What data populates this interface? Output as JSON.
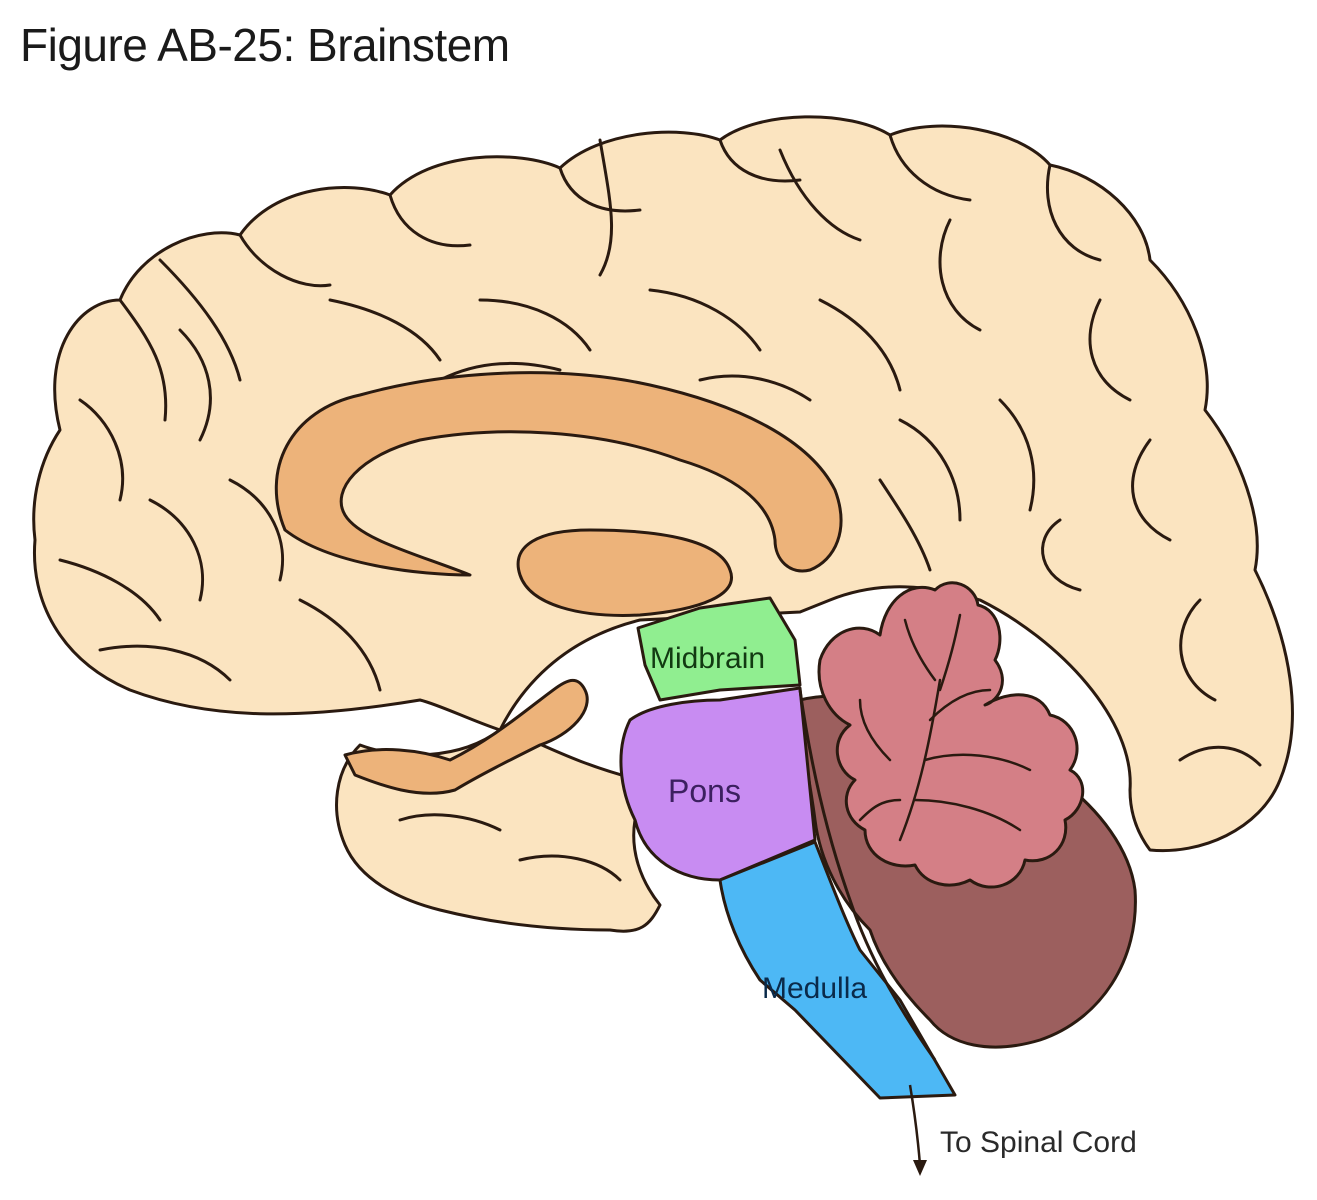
{
  "title": "Figure AB-25: Brainstem",
  "labels": {
    "midbrain": "Midbrain",
    "pons": "Pons",
    "medulla": "Medulla",
    "spinal_cord": "To Spinal Cord"
  },
  "colors": {
    "cerebrum": "#FBE4C0",
    "corpus_callosum": "#EDB37A",
    "midbrain": "#90EE90",
    "pons": "#C88CF2",
    "medulla": "#4DB8F5",
    "cerebellum_outer": "#9C5F5E",
    "cerebellum_inner": "#D47F86",
    "outline": "#2a1a10"
  }
}
